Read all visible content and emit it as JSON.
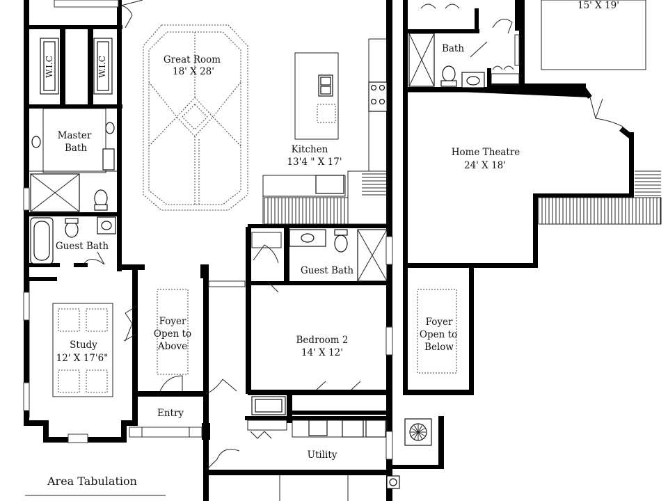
{
  "rooms": {
    "wic_left": "W.I.C",
    "wic_right": "W.I.C",
    "master_bath": [
      "Master",
      "Bath"
    ],
    "guest_bath_left": "Guest Bath",
    "great_room": [
      "Great Room",
      "18'  X  28'"
    ],
    "kitchen": [
      "Kitchen",
      "13'4 \" X 17'"
    ],
    "guest_bath_center": "Guest Bath",
    "study": [
      "Study",
      "12'  X  17'6\""
    ],
    "foyer_left": [
      "Foyer",
      "Open to",
      "Above"
    ],
    "entry": "Entry",
    "bedroom2": [
      "Bedroom 2",
      "14'  X  12'"
    ],
    "utility": "Utility",
    "bath_right": "Bath",
    "top_right_dims": "15'  X  19'",
    "home_theatre": [
      "Home Theatre",
      "24'  X  18'"
    ],
    "foyer_right": [
      "Foyer",
      "Open to",
      "Below"
    ]
  },
  "footer": {
    "area_tabulation": "Area Tabulation"
  }
}
